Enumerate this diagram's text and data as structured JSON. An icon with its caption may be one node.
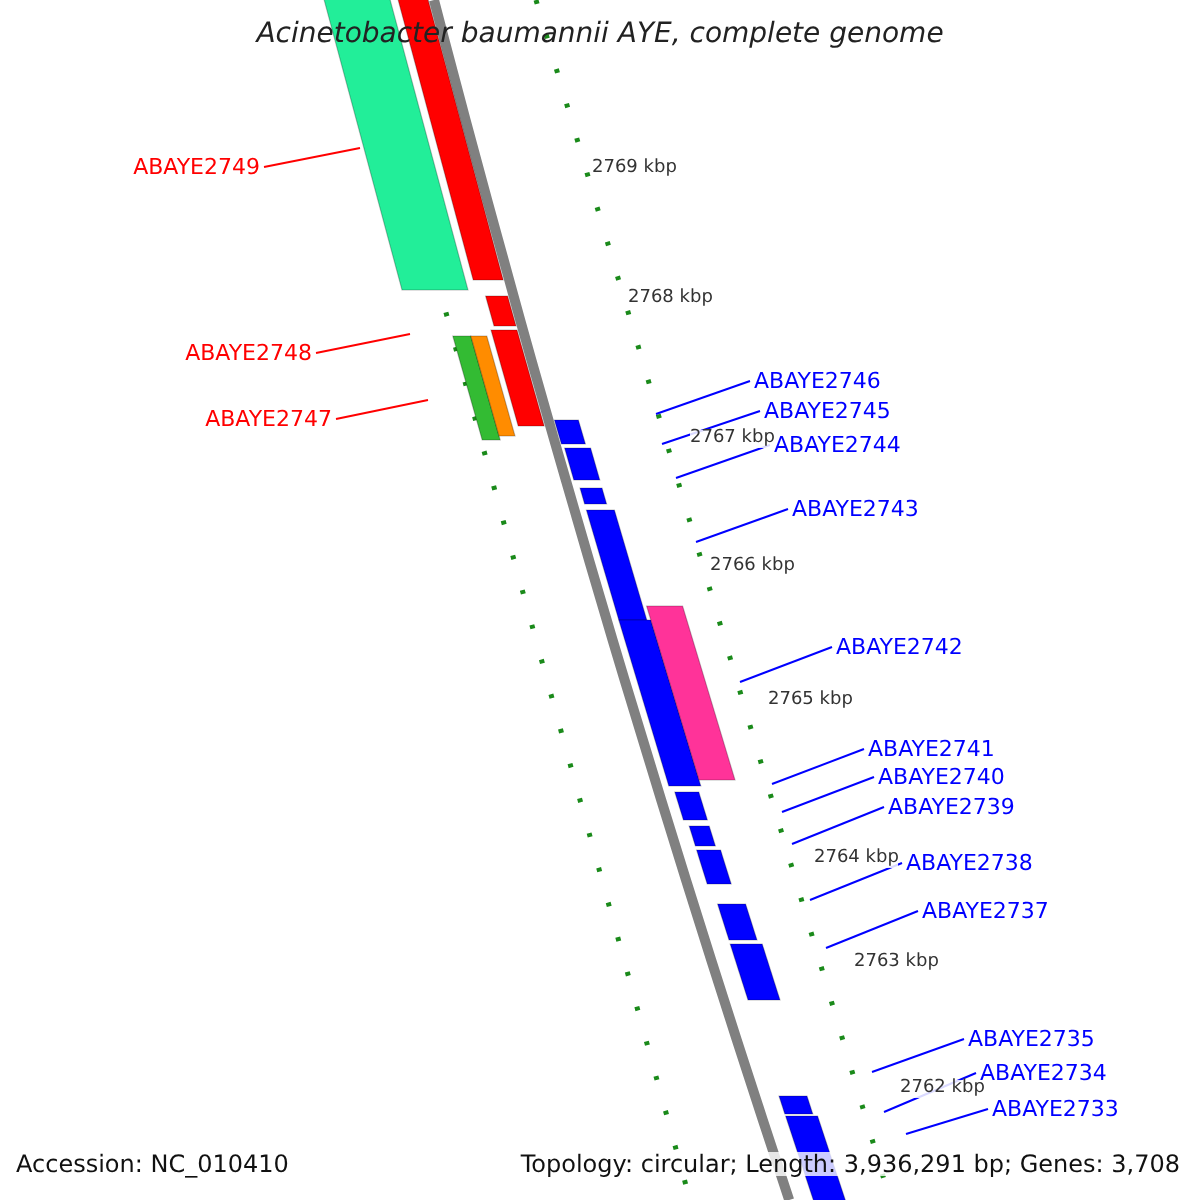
{
  "diagram": {
    "title": "Acinetobacter baumannii AYE, complete genome",
    "nodes": [
      {
        "text": [
          "ABAYE2749"
        ]
      },
      {
        "text": [
          "ABAYE2748"
        ]
      },
      {
        "text": [
          "ABAYE2747"
        ]
      },
      {
        "text": [
          "ABAYE2746"
        ]
      },
      {
        "text": [
          "ABAYE2745"
        ]
      },
      {
        "text": [
          "ABAYE2744"
        ]
      },
      {
        "text": [
          "ABAYE2743"
        ]
      },
      {
        "text": [
          "ABAYE2742"
        ]
      },
      {
        "text": [
          "ABAYE2741"
        ]
      },
      {
        "text": [
          "ABAYE2740"
        ]
      },
      {
        "text": [
          "ABAYE2739"
        ]
      },
      {
        "text": [
          "ABAYE2738"
        ]
      },
      {
        "text": [
          "ABAYE2737"
        ]
      },
      {
        "text": [
          "ABAYE2735"
        ]
      },
      {
        "text": [
          "ABAYE2734"
        ]
      },
      {
        "text": [
          "ABAYE2733"
        ]
      }
    ],
    "edges": [
      {
        "from": 0,
        "to": null,
        "arrow": "none",
        "color": "#ff0000"
      },
      {
        "from": 1,
        "to": null,
        "arrow": "none",
        "color": "#ff0000"
      },
      {
        "from": 2,
        "to": null,
        "arrow": "none",
        "color": "#ff0000"
      },
      {
        "from": 3,
        "to": null,
        "arrow": "none"
      },
      {
        "from": 4,
        "to": null,
        "arrow": "none"
      },
      {
        "from": 5,
        "to": null,
        "arrow": "none"
      },
      {
        "from": 6,
        "to": null,
        "arrow": "none"
      },
      {
        "from": 7,
        "to": null,
        "arrow": "none"
      },
      {
        "from": 8,
        "to": null,
        "arrow": "none"
      },
      {
        "from": 9,
        "to": null,
        "arrow": "none"
      },
      {
        "from": 10,
        "to": null,
        "arrow": "none"
      },
      {
        "from": 11,
        "to": null,
        "arrow": "none"
      },
      {
        "from": 12,
        "to": null,
        "arrow": "none"
      },
      {
        "from": 13,
        "to": null,
        "arrow": "none"
      },
      {
        "from": 14,
        "to": null,
        "arrow": "none"
      },
      {
        "from": 15,
        "to": null,
        "arrow": "none"
      }
    ],
    "labels": [
      "2769 kbp",
      "2768 kbp",
      "2767 kbp",
      "2766 kbp",
      "2765 kbp",
      "2764 kbp",
      "2763 kbp",
      "2762 kbp",
      "Accession: NC_010410",
      "Topology: circular; Length: 3,936,291 bp; Genes: 3,708"
    ]
  }
}
